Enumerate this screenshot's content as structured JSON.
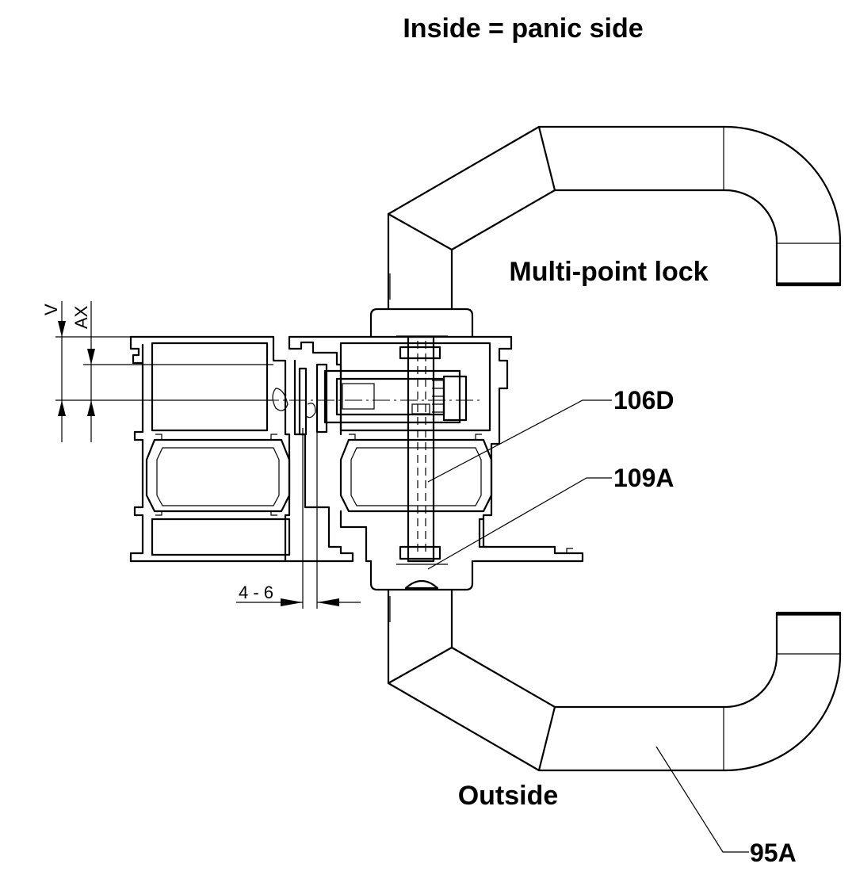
{
  "title": "Inside = panic side",
  "labels": {
    "multi_point_lock": "Multi-point lock",
    "outside": "Outside",
    "part_106D": "106D",
    "part_109A": "109A",
    "part_95A": "95A"
  },
  "dimensions": {
    "v": "V",
    "ax": "AX",
    "gap": "4 - 6"
  }
}
